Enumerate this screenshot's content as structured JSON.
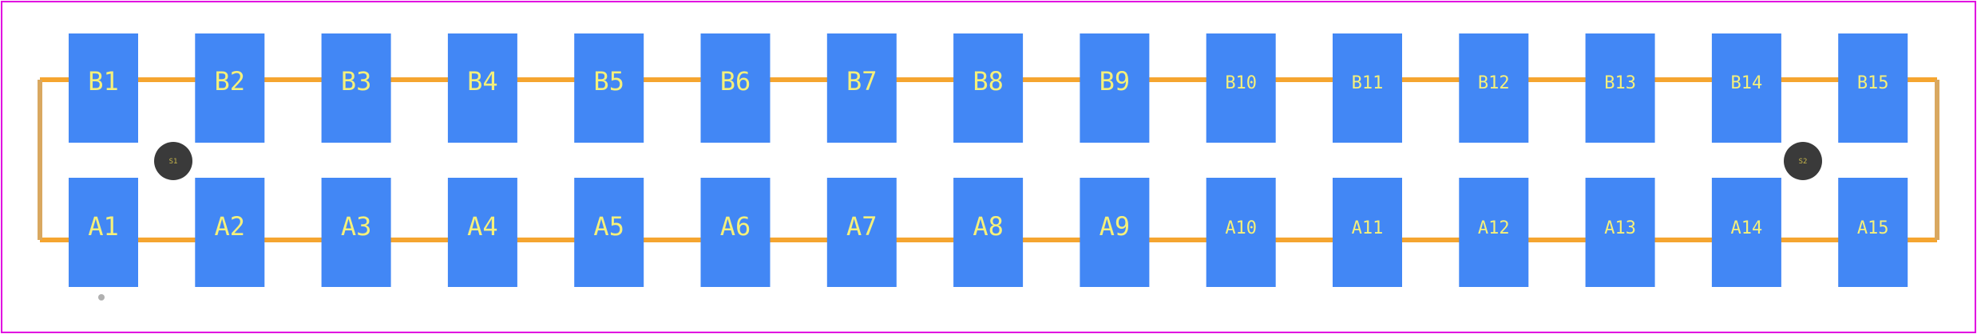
{
  "footprint": {
    "colors": {
      "board_outline": "#e100e1",
      "silkscreen": "#f5a530",
      "pad_fill": "#4287f5",
      "pad_label": "#f5f07a",
      "mounting_hole": "#3a3a3a",
      "hole_label": "#c9b84a",
      "pin1_marker": "#b0b0b0"
    },
    "top_row": [
      {
        "label": "B1"
      },
      {
        "label": "B2"
      },
      {
        "label": "B3"
      },
      {
        "label": "B4"
      },
      {
        "label": "B5"
      },
      {
        "label": "B6"
      },
      {
        "label": "B7"
      },
      {
        "label": "B8"
      },
      {
        "label": "B9"
      },
      {
        "label": "B10"
      },
      {
        "label": "B11"
      },
      {
        "label": "B12"
      },
      {
        "label": "B13"
      },
      {
        "label": "B14"
      },
      {
        "label": "B15"
      }
    ],
    "bottom_row": [
      {
        "label": "A1"
      },
      {
        "label": "A2"
      },
      {
        "label": "A3"
      },
      {
        "label": "A4"
      },
      {
        "label": "A5"
      },
      {
        "label": "A6"
      },
      {
        "label": "A7"
      },
      {
        "label": "A8"
      },
      {
        "label": "A9"
      },
      {
        "label": "A10"
      },
      {
        "label": "A11"
      },
      {
        "label": "A12"
      },
      {
        "label": "A13"
      },
      {
        "label": "A14"
      },
      {
        "label": "A15"
      }
    ],
    "mounting_holes": [
      {
        "label": "S1"
      },
      {
        "label": "S2"
      }
    ]
  }
}
